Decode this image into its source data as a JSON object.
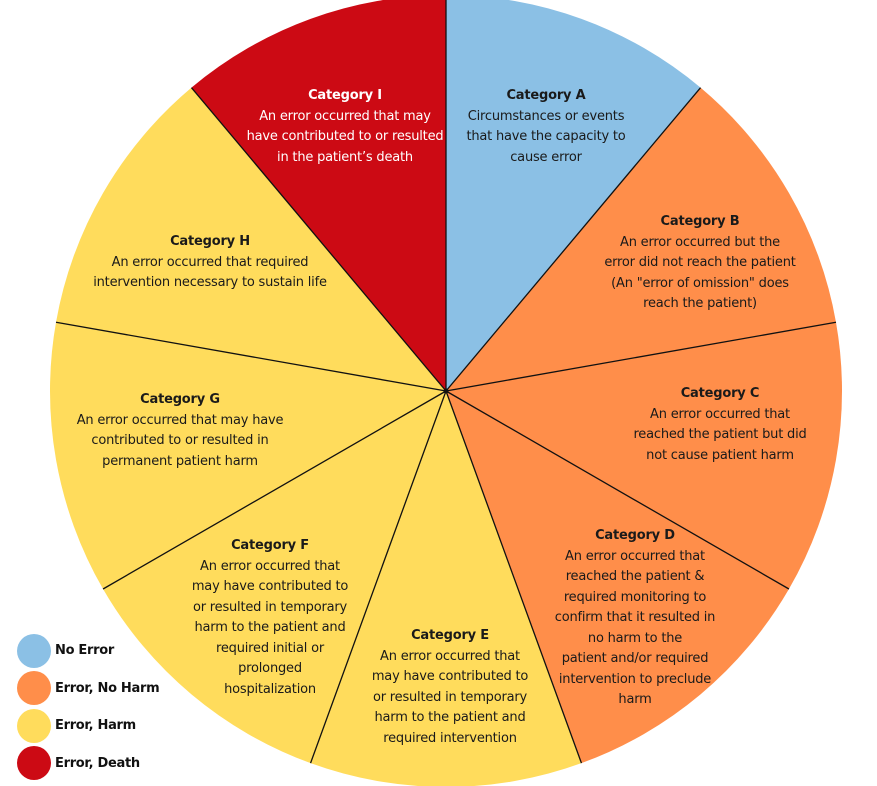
{
  "colors": {
    "no_error": "#8BC0E5",
    "error_no_harm": "#FF8E4A",
    "error_harm": "#FFDC5C",
    "error_death": "#CC0A14",
    "divider": "#111111"
  },
  "categories": [
    {
      "id": "I",
      "title": "Category I",
      "description": "An error occurred that may\nhave contributed to or resulted\nin the patient’s death",
      "group": "error_death"
    },
    {
      "id": "A",
      "title": "Category A",
      "description": "Circumstances or events\nthat have the capacity to\ncause error",
      "group": "no_error"
    },
    {
      "id": "B",
      "title": "Category B",
      "description": "An error occurred but the\nerror did not reach the patient\n(An \"error of omission\" does\nreach the patient)",
      "group": "error_no_harm"
    },
    {
      "id": "C",
      "title": "Category C",
      "description": "An error occurred that\nreached the patient but did\nnot cause patient harm",
      "group": "error_no_harm"
    },
    {
      "id": "D",
      "title": "Category D",
      "description": "An error occurred that\nreached the patient &\nrequired monitoring to\nconfirm that it resulted in\nno harm to the\npatient and/or required\nintervention to preclude\nharm",
      "group": "error_no_harm"
    },
    {
      "id": "E",
      "title": "Category E",
      "description": "An error occurred that\nmay have contributed to\nor resulted in temporary\nharm to the patient and\nrequired intervention",
      "group": "error_harm"
    },
    {
      "id": "F",
      "title": "Category F",
      "description": "An error occurred that\nmay have contributed to\nor resulted in temporary\nharm to the patient and\nrequired initial or\nprolonged\nhospitalization",
      "group": "error_harm"
    },
    {
      "id": "G",
      "title": "Category G",
      "description": "An error occurred that may have\ncontributed to or resulted in\npermanent patient harm",
      "group": "error_harm"
    },
    {
      "id": "H",
      "title": "Category H",
      "description": "An error occurred that required\nintervention necessary to sustain life",
      "group": "error_harm"
    }
  ],
  "legend": [
    {
      "label": "No Error",
      "group": "no_error"
    },
    {
      "label": "Error, No Harm",
      "group": "error_no_harm"
    },
    {
      "label": "Error, Harm",
      "group": "error_harm"
    },
    {
      "label": "Error, Death",
      "group": "error_death"
    }
  ]
}
